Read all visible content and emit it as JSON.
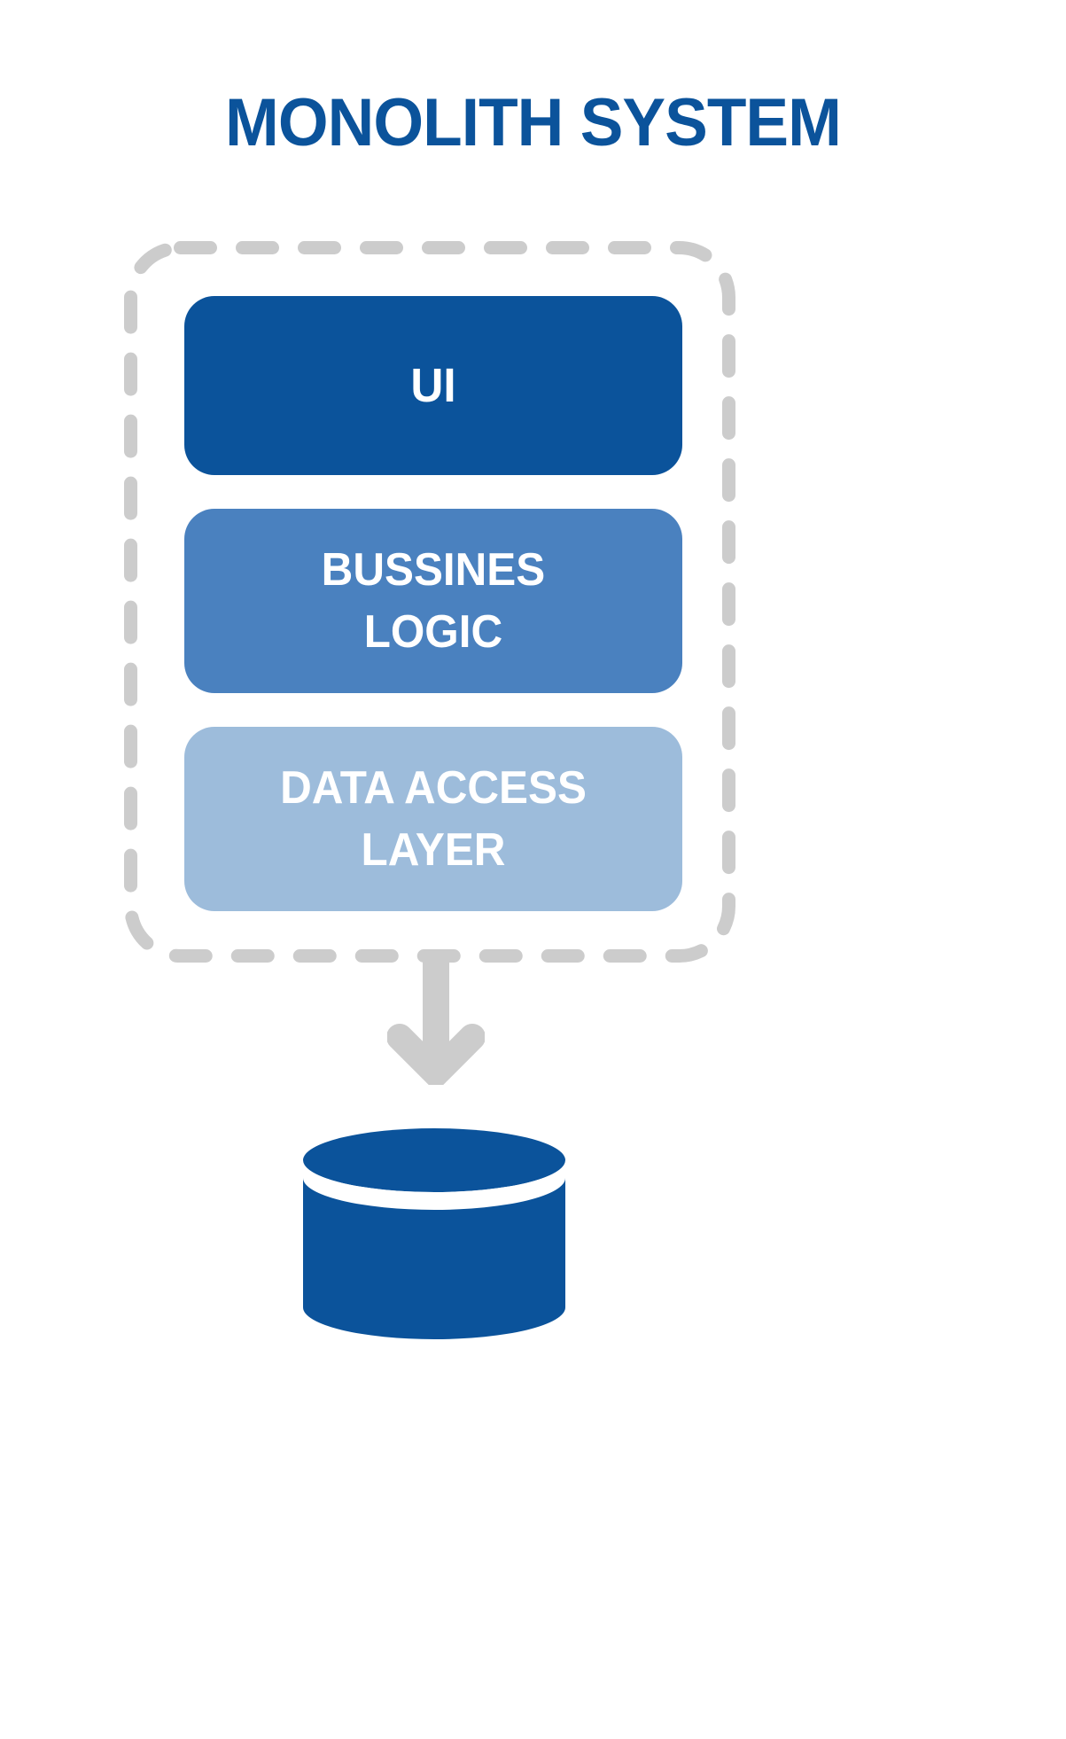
{
  "diagram": {
    "title": "MONOLITH SYSTEM",
    "type": "architecture-diagram",
    "background_color": "#ffffff",
    "boundary": {
      "name": "monolith-boundary",
      "style": "dashed-rounded-rectangle",
      "color": "#cccccc",
      "dash_width": 15
    },
    "layers": [
      {
        "id": "ui",
        "label": "UI",
        "color": "#0b539b",
        "text_color": "#ffffff"
      },
      {
        "id": "business-logic",
        "label": "BUSSINES\nLOGIC",
        "color": "#4a81bf",
        "text_color": "#ffffff"
      },
      {
        "id": "data-access-layer",
        "label": "DATA ACCESS\nLAYER",
        "color": "#9dbcdb",
        "text_color": "#ffffff"
      }
    ],
    "connector": {
      "name": "flow-arrow",
      "direction": "down",
      "color": "#cccccc",
      "from": "data-access-layer",
      "to": "database"
    },
    "database": {
      "name": "database-cylinder",
      "label": "",
      "color": "#0b539b"
    },
    "colors": {
      "title": "#0b539b",
      "primary": "#0b539b",
      "secondary": "#4a81bf",
      "tertiary": "#9dbcdb",
      "neutral": "#cccccc"
    }
  }
}
